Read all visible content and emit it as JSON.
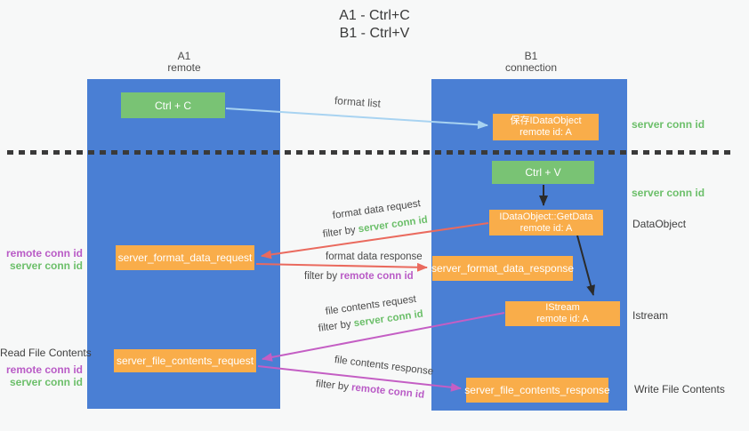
{
  "title": {
    "line1": "A1 - Ctrl+C",
    "line2": "B1 - Ctrl+V"
  },
  "columns": {
    "a": {
      "id": "A1",
      "role": "remote"
    },
    "b": {
      "id": "B1",
      "role": "connection"
    }
  },
  "boxes": {
    "ctrl_c": "Ctrl + C",
    "ctrl_v": "Ctrl + V",
    "save_dataobject": {
      "line1": "保存IDataObject",
      "line2": "remote id: A"
    },
    "getdata": {
      "line1": "IDataObject::GetData",
      "line2": "remote id: A"
    },
    "istream": {
      "line1": "IStream",
      "line2": "remote id: A"
    },
    "format_request": "server_format_data_request",
    "format_response": "server_format_data_response",
    "file_request": "server_file_contents_request",
    "file_response": "server_file_contents_response"
  },
  "arrows": {
    "format_list": {
      "label": "format list"
    },
    "format_data_request": {
      "label": "format data request",
      "filter_prefix": "filter by ",
      "filter_key": "server conn id"
    },
    "format_data_response": {
      "label": "format data response",
      "filter_prefix": "filter by ",
      "filter_key": "remote conn id"
    },
    "file_contents_request": {
      "label": "file contents request",
      "filter_prefix": "filter by ",
      "filter_key": "server conn id"
    },
    "file_contents_response": {
      "label": "file contents response",
      "filter_prefix": "filter by ",
      "filter_key": "remote conn id"
    }
  },
  "side_labels": {
    "right_server_conn_top": "server conn id",
    "right_server_conn_mid": "server conn id",
    "right_dataobject": "DataObject",
    "right_istream": "Istream",
    "right_write_file": "Write File Contents",
    "left_remote_conn_top": "remote conn id",
    "left_server_conn_top": "server conn id",
    "left_read_file": "Read File Contents",
    "left_remote_conn_bottom": "remote conn id",
    "left_server_conn_bottom": "server conn id"
  },
  "colors": {
    "lifeline_blue": "#4a7fd4",
    "action_green": "#79c374",
    "object_orange": "#f9ad4a",
    "server_conn_green": "#6cbf6a",
    "remote_conn_purple": "#b95bc6",
    "format_arrow_red": "#ea6a5e",
    "file_arrow_magenta": "#c45ec4",
    "format_list_blue": "#a8d3f1",
    "black_arrow": "#2b2b2b"
  }
}
